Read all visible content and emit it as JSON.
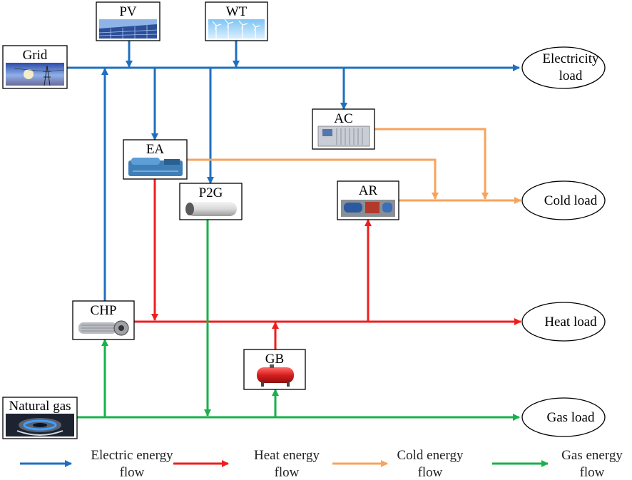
{
  "colors": {
    "electric": "#1f6fc0",
    "heat": "#f01d1d",
    "cold": "#f7a35c",
    "gas": "#17b24a"
  },
  "devices": {
    "pv": {
      "label": "PV",
      "icon": "solar-panel-icon"
    },
    "wt": {
      "label": "WT",
      "icon": "wind-turbine-icon"
    },
    "grid": {
      "label": "Grid",
      "icon": "power-grid-icon"
    },
    "ac": {
      "label": "AC",
      "icon": "air-conditioner-icon"
    },
    "ea": {
      "label": "EA",
      "icon": "electric-chiller-icon"
    },
    "p2g": {
      "label": "P2G",
      "icon": "gas-tank-icon"
    },
    "ar": {
      "label": "AR",
      "icon": "absorption-refrigerator-icon"
    },
    "chp": {
      "label": "CHP",
      "icon": "turbine-engine-icon"
    },
    "gb": {
      "label": "GB",
      "icon": "gas-boiler-icon"
    },
    "natural_gas": {
      "label": "Natural gas",
      "icon": "gas-flame-icon"
    }
  },
  "loads": {
    "electricity": {
      "line1": "Electricity",
      "line2": "load"
    },
    "cold": "Cold load",
    "heat": "Heat load",
    "gas": "Gas load"
  },
  "legend": {
    "electric": {
      "line1": "Electric energy",
      "line2": "flow"
    },
    "heat": {
      "line1": "Heat energy",
      "line2": "flow"
    },
    "cold": {
      "line1": "Cold energy",
      "line2": "flow"
    },
    "gas": {
      "line1": "Gas energy",
      "line2": "flow"
    }
  }
}
